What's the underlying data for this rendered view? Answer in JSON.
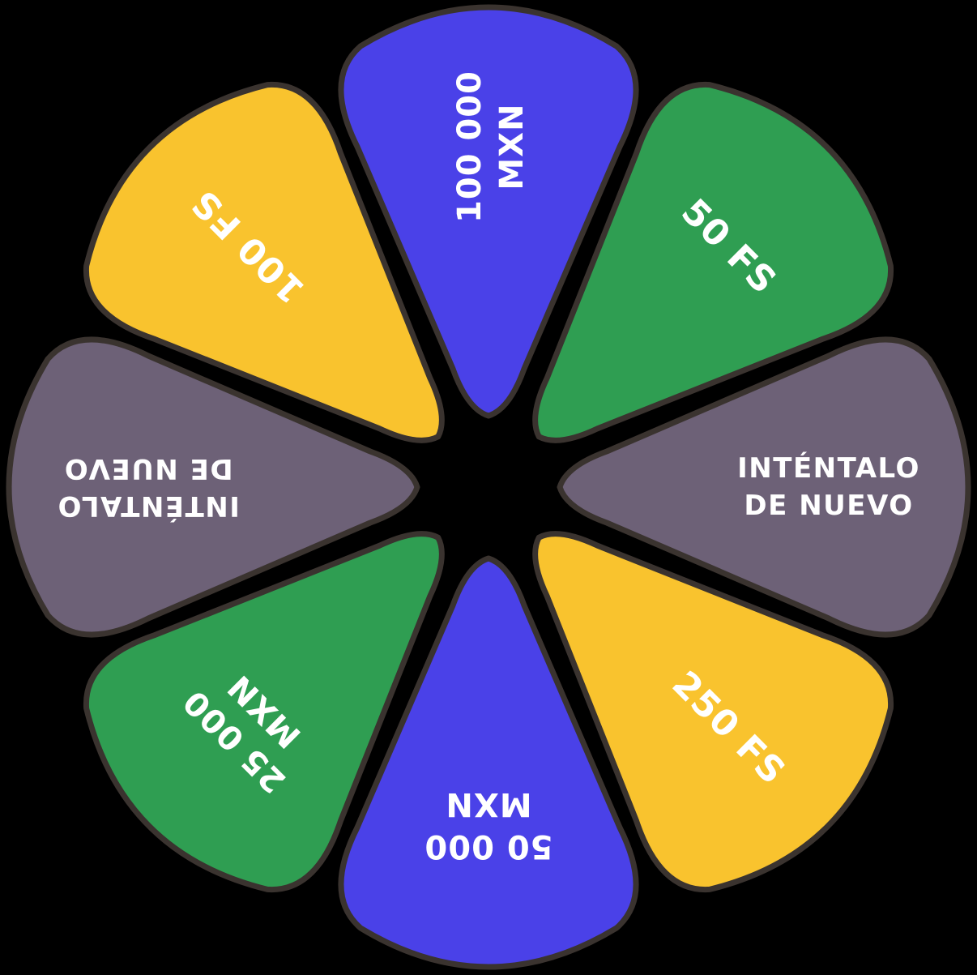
{
  "background_color": "#000000",
  "wheel": {
    "type": "prize-wheel",
    "outline_color": "#3a332f",
    "text_color": "#ffffff",
    "segments": [
      {
        "position": "top",
        "color": "#4a41e8",
        "label": "100 000 MXN",
        "lines": [
          "100 000",
          "MXN"
        ]
      },
      {
        "position": "top-right",
        "color": "#2f9e52",
        "label": "50 FS",
        "lines": [
          "50 FS"
        ]
      },
      {
        "position": "right",
        "color": "#6d6177",
        "label": "INTÉNTALO DE NUEVO",
        "lines": [
          "INTÉNTALO",
          "DE NUEVO"
        ]
      },
      {
        "position": "bottom-right",
        "color": "#f9c32e",
        "label": "250 FS",
        "lines": [
          "250 FS"
        ]
      },
      {
        "position": "bottom",
        "color": "#4a41e8",
        "label": "50 000 MXN",
        "lines": [
          "50 000",
          "MXN"
        ]
      },
      {
        "position": "bottom-left",
        "color": "#2f9e52",
        "label": "25 000 MXN",
        "lines": [
          "25 000",
          "MXN"
        ]
      },
      {
        "position": "left",
        "color": "#6d6177",
        "label": "INTÉNTALO DE NUEVO",
        "lines": [
          "INTÉNTALO",
          "DE NUEVO"
        ]
      },
      {
        "position": "top-left",
        "color": "#f9c32e",
        "label": "100 FS",
        "lines": [
          "100 FS"
        ]
      }
    ]
  }
}
